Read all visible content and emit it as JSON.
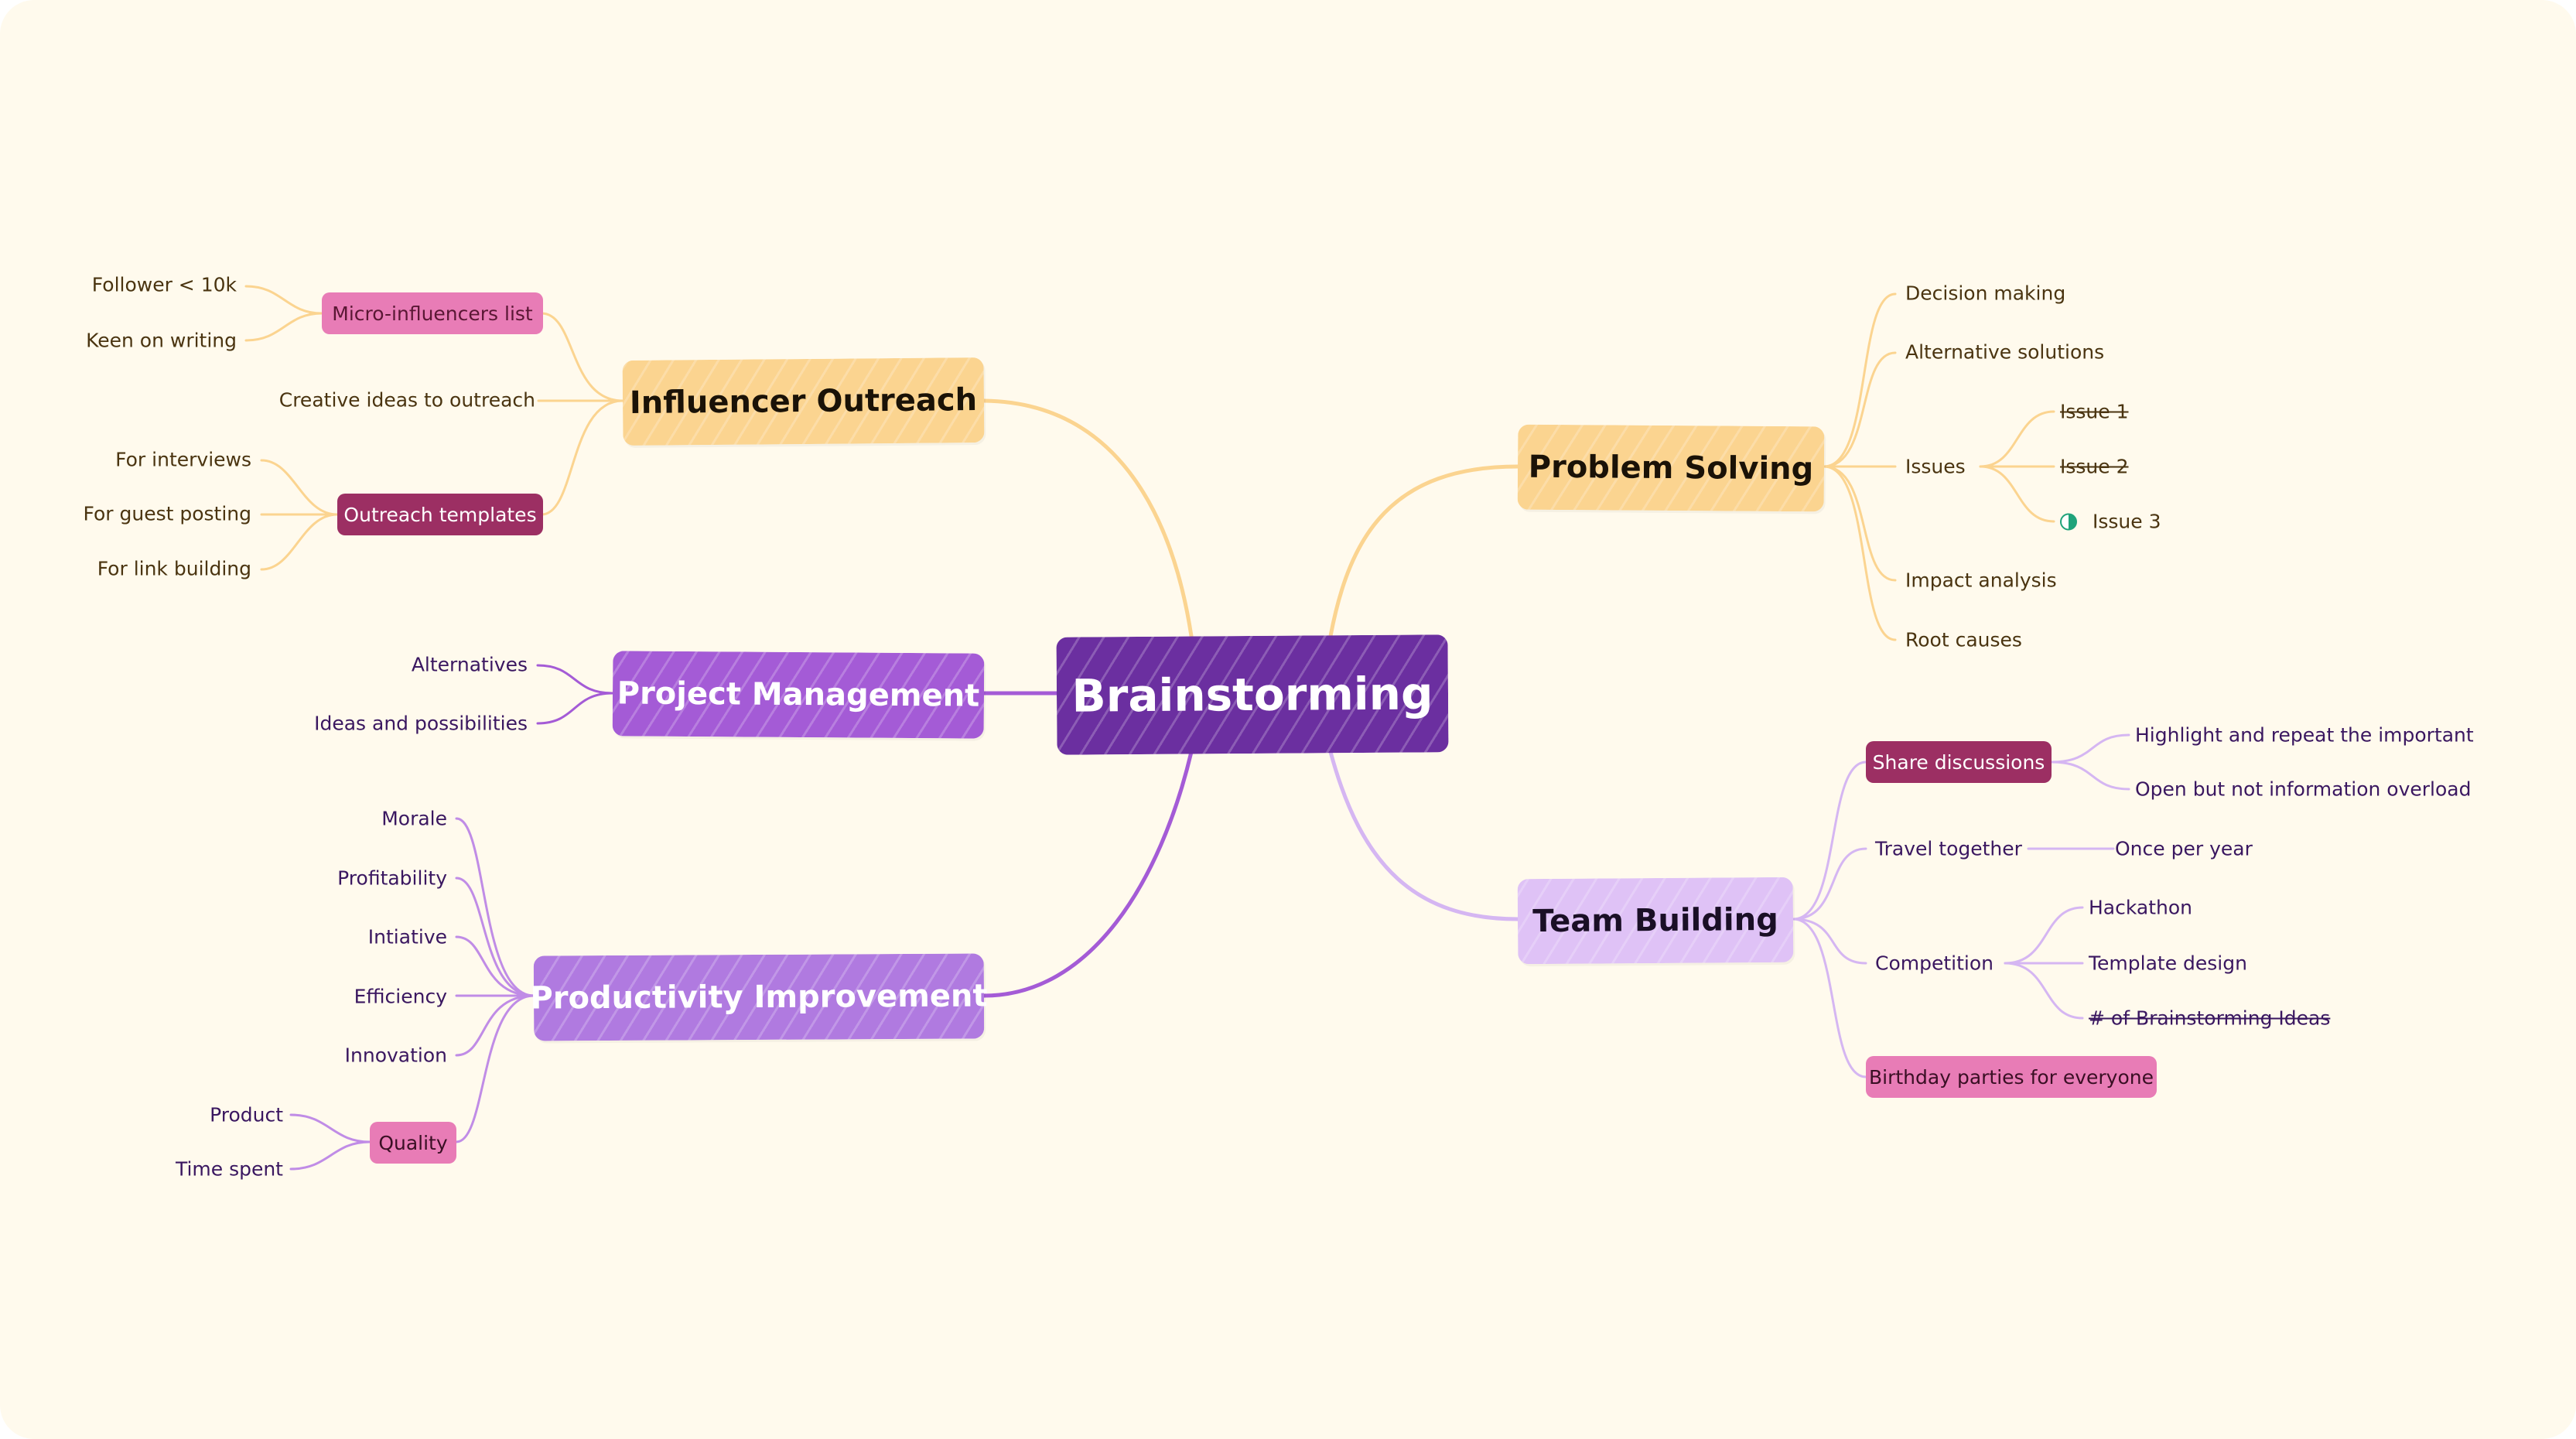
{
  "central": {
    "label": "Brainstorming"
  },
  "colors": {
    "yellow_branch": "#fbd490",
    "purple_branch": "#a45bd6",
    "light_purple_branch": "#d5b6f2",
    "central": "#6b2fa0"
  },
  "influencer_outreach": {
    "label": "Influencer Outreach",
    "micro_list": {
      "label": "Micro-influencers list",
      "items": [
        "Follower < 10k",
        "Keen on writing"
      ]
    },
    "creative_ideas": "Creative ideas to outreach",
    "templates": {
      "label": "Outreach templates",
      "items": [
        "For interviews",
        "For guest posting",
        "For link building"
      ]
    }
  },
  "project_management": {
    "label": "Project Management",
    "items": [
      "Alternatives",
      "Ideas and possibilities"
    ]
  },
  "productivity_improvement": {
    "label": "Productivity Improvement",
    "items": [
      "Morale",
      "Profitability",
      "Intiative",
      "Efficiency",
      "Innovation"
    ],
    "quality": {
      "label": "Quality",
      "items": [
        "Product",
        "Time spent"
      ]
    }
  },
  "problem_solving": {
    "label": "Problem Solving",
    "decision_making": "Decision making",
    "alternative_solutions": "Alternative solutions",
    "issues": {
      "label": "Issues",
      "items": [
        "Issue 1",
        "Issue 2",
        "Issue 3"
      ],
      "issue3_icon": "half-circle-progress-icon"
    },
    "impact_analysis": "Impact analysis",
    "root_causes": "Root causes"
  },
  "team_building": {
    "label": "Team Building",
    "share_discussions": {
      "label": "Share discussions",
      "items": [
        "Highlight and repeat the important",
        "Open but not information overload"
      ]
    },
    "travel_together": {
      "label": "Travel together",
      "item": "Once per year"
    },
    "competition": {
      "label": "Competition",
      "items": [
        "Hackathon",
        "Template design",
        "# of Brainstorming Ideas"
      ]
    },
    "birthday": "Birthday parties for everyone"
  }
}
